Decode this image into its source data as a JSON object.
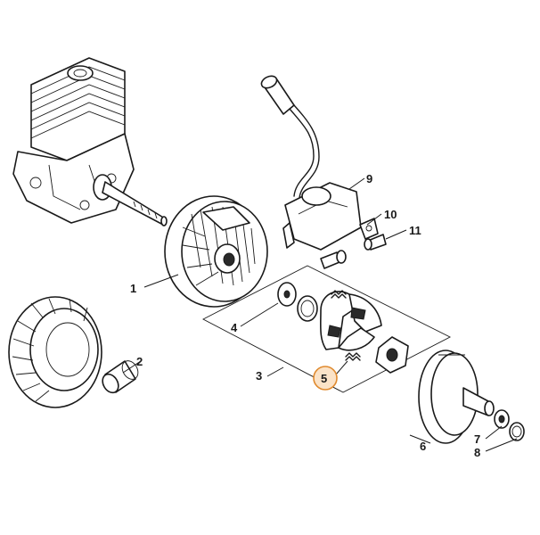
{
  "callouts": {
    "c1": "1",
    "c2": "2",
    "c3": "3",
    "c4": "4",
    "c5": "5",
    "c6": "6",
    "c7": "7",
    "c8": "8",
    "c9": "9",
    "c10": "10",
    "c11": "11"
  },
  "highlight": {
    "callout": "5",
    "ring_color": "#e08a2e",
    "fill_color": "#fbe3c8"
  }
}
